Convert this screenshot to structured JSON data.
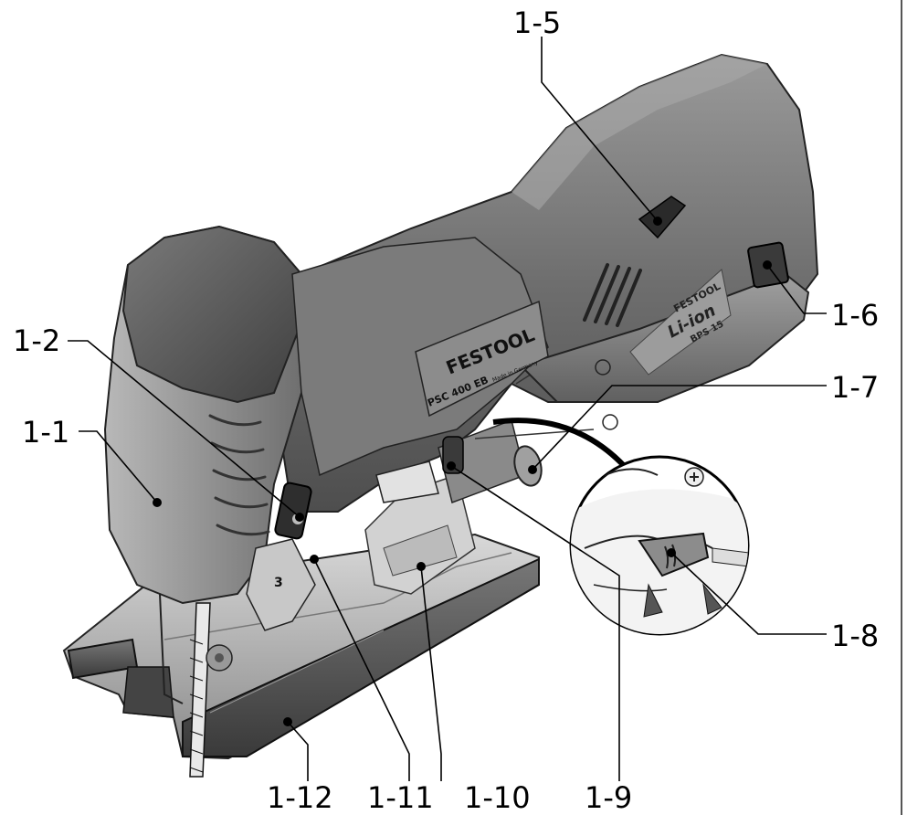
{
  "brand": "FESTOOL",
  "model": "PSC 400 EB",
  "made_in": "Made in Germany",
  "battery_brand": "FESTOOL",
  "battery_type": "Li-ion",
  "battery_model": "BPS 15",
  "stroke_scale": "3",
  "callouts": {
    "c1_1": "1-1",
    "c1_2": "1-2",
    "c1_5": "1-5",
    "c1_6": "1-6",
    "c1_7": "1-7",
    "c1_8": "1-8",
    "c1_9": "1-9",
    "c1_10": "1-10",
    "c1_11": "1-11",
    "c1_12": "1-12"
  },
  "colors": {
    "body_dark": "#5a5a5a",
    "body_mid": "#8c8c8c",
    "body_light": "#c4c4c4",
    "line": "#000000"
  }
}
